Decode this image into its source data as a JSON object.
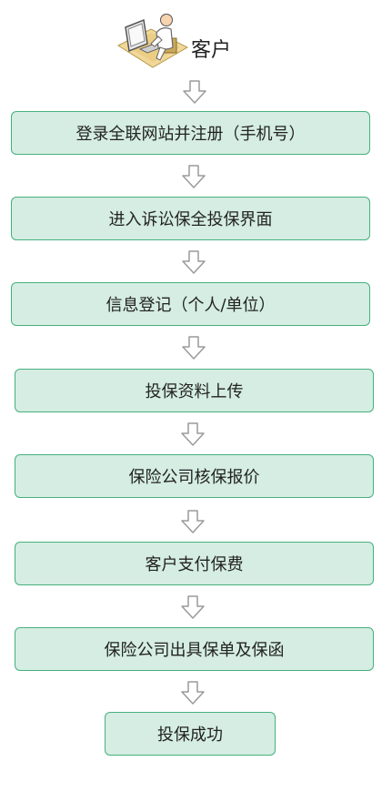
{
  "customer": {
    "label": "客户",
    "icon": "person-at-computer-icon"
  },
  "steps": [
    {
      "label": "登录全联网站并注册（手机号）"
    },
    {
      "label": "进入诉讼保全投保界面"
    },
    {
      "label": "信息登记（个人/单位）"
    },
    {
      "label": "投保资料上传"
    },
    {
      "label": "保险公司核保报价"
    },
    {
      "label": "客户支付保费"
    },
    {
      "label": "保险公司出具保单及保函"
    },
    {
      "label": "投保成功"
    }
  ],
  "colors": {
    "box_fill": "#d5ede2",
    "box_border": "#47b07e",
    "arrow_stroke": "#9a9a9a",
    "text": "#222222"
  }
}
